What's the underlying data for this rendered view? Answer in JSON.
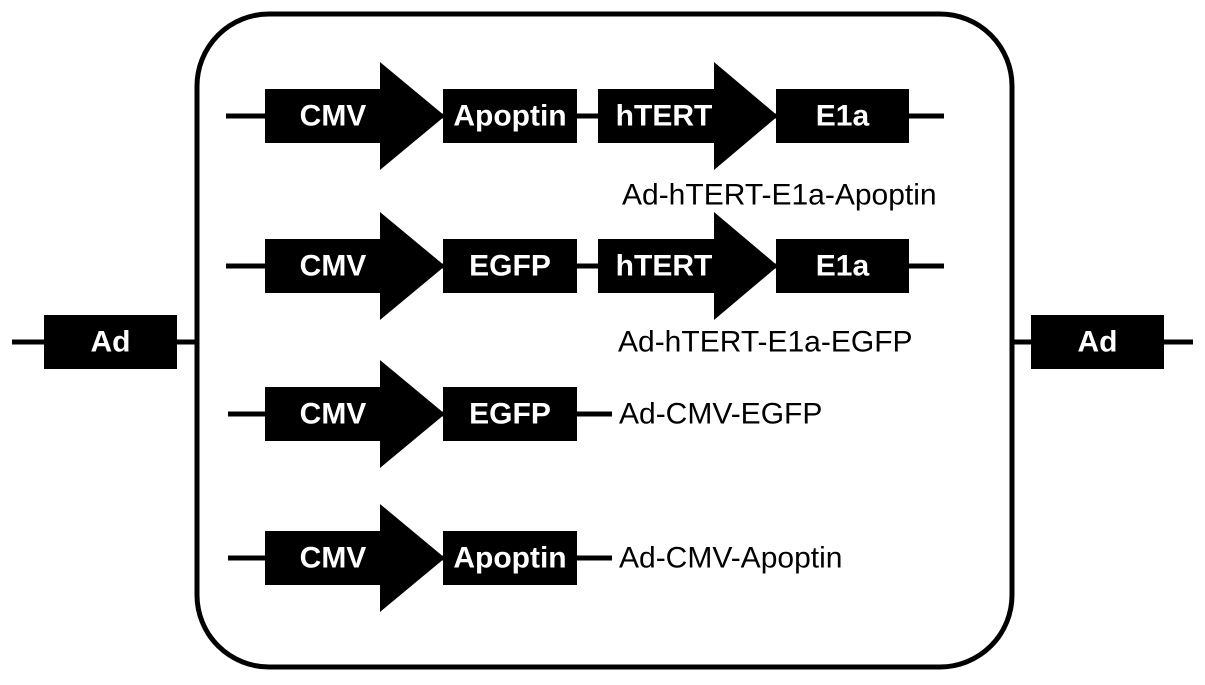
{
  "colors": {
    "line": "#000000",
    "element_fill": "#000000",
    "element_text": "#ffffff",
    "background": "#ffffff"
  },
  "flanks": {
    "left": "Ad",
    "right": "Ad"
  },
  "constructs": [
    {
      "name": "Ad-hTERT-E1a-Apoptin",
      "elements": [
        {
          "type": "promoter",
          "label": "CMV"
        },
        {
          "type": "gene",
          "label": "Apoptin"
        },
        {
          "type": "promoter",
          "label": "hTERT"
        },
        {
          "type": "gene",
          "label": "E1a"
        }
      ]
    },
    {
      "name": "Ad-hTERT-E1a-EGFP",
      "elements": [
        {
          "type": "promoter",
          "label": "CMV"
        },
        {
          "type": "gene",
          "label": "EGFP"
        },
        {
          "type": "promoter",
          "label": "hTERT"
        },
        {
          "type": "gene",
          "label": "E1a"
        }
      ]
    },
    {
      "name": "Ad-CMV-EGFP",
      "elements": [
        {
          "type": "promoter",
          "label": "CMV"
        },
        {
          "type": "gene",
          "label": "EGFP"
        }
      ]
    },
    {
      "name": "Ad-CMV-Apoptin",
      "elements": [
        {
          "type": "promoter",
          "label": "CMV"
        },
        {
          "type": "gene",
          "label": "Apoptin"
        }
      ]
    }
  ]
}
